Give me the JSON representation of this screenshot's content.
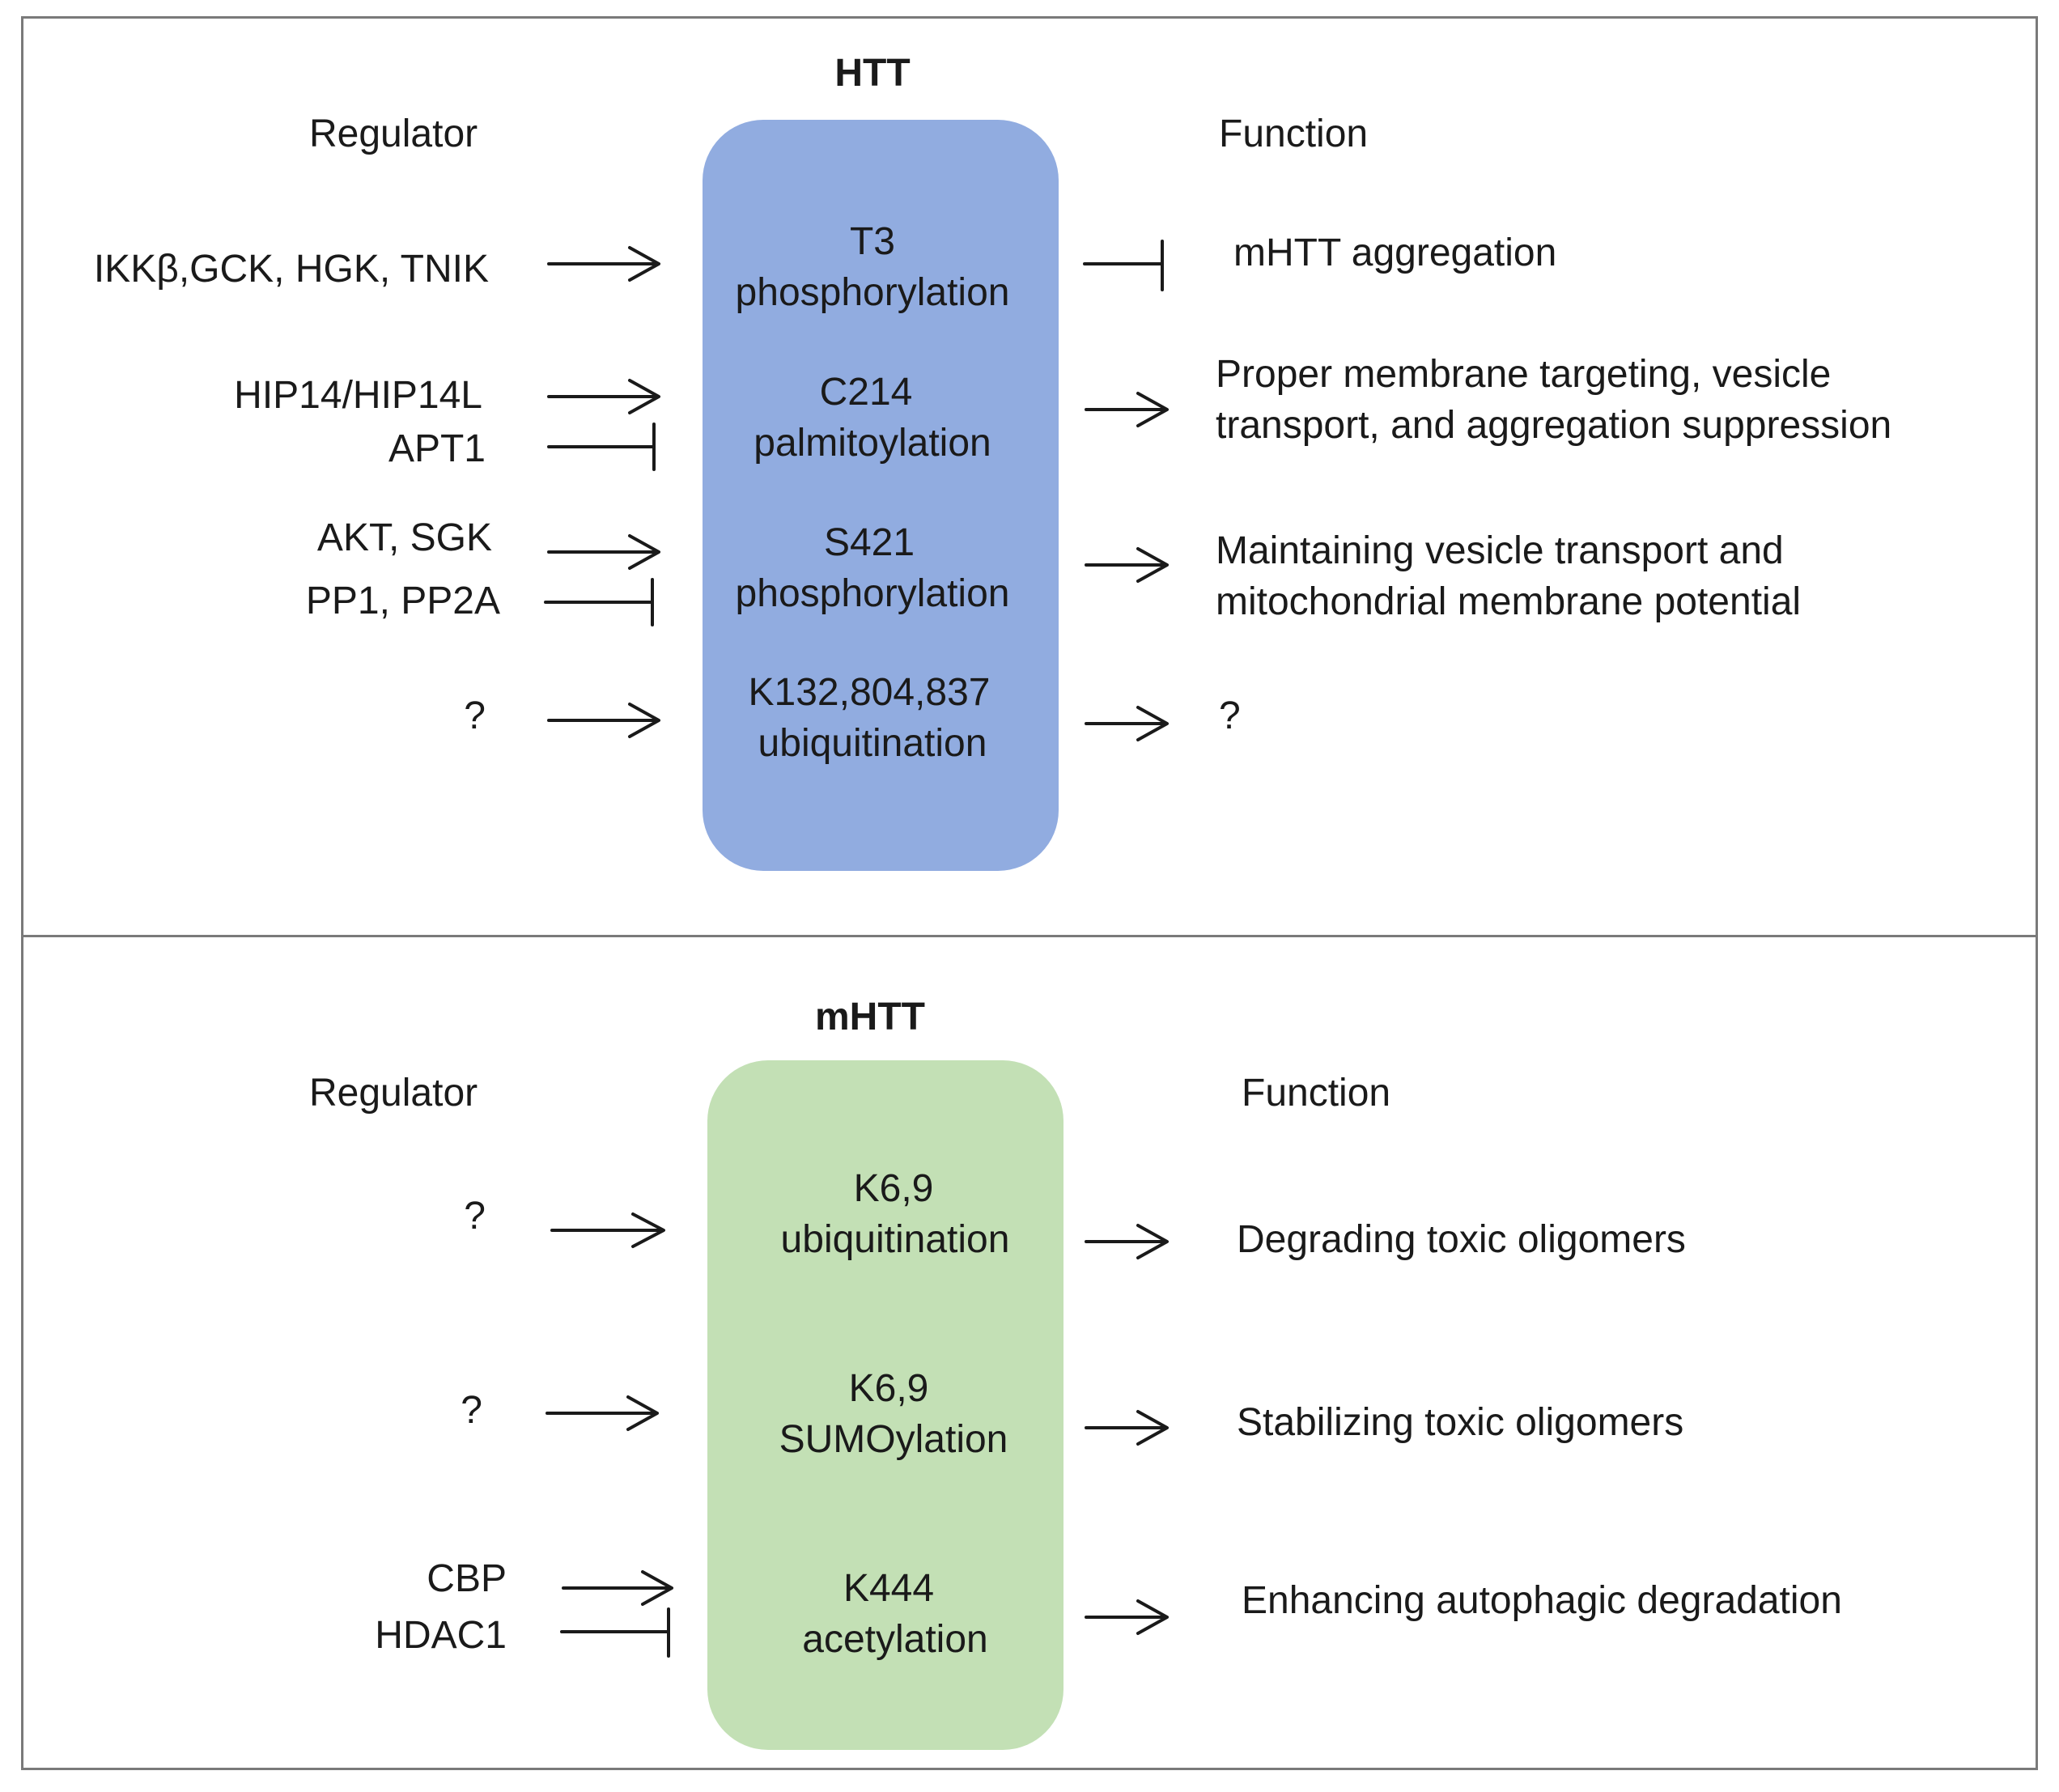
{
  "top": {
    "title": "HTT",
    "regulator_header": "Regulator",
    "function_header": "Function",
    "sites": [
      {
        "line1": "T3",
        "line2": "phosphorylation"
      },
      {
        "line1": "C214",
        "line2": "palmitoylation"
      },
      {
        "line1": "S421",
        "line2": "phosphorylation"
      },
      {
        "line1": "K132,804,837",
        "line2": "ubiquitination"
      }
    ],
    "regulators": [
      {
        "label": "IKKβ,GCK, HGK, TNIK"
      },
      {
        "label": "HIP14/HIP14L"
      },
      {
        "label": "APT1"
      },
      {
        "label": "AKT, SGK"
      },
      {
        "label": "PP1, PP2A"
      },
      {
        "label": "?"
      }
    ],
    "functions": [
      {
        "line1": "mHTT aggregation",
        "line2": ""
      },
      {
        "line1": "Proper membrane targeting, vesicle",
        "line2": "transport, and aggregation suppression"
      },
      {
        "line1": "Maintaining vesicle transport and",
        "line2": "mitochondrial membrane potential"
      },
      {
        "line1": "?",
        "line2": ""
      }
    ]
  },
  "bottom": {
    "title": "mHTT",
    "regulator_header": "Regulator",
    "function_header": "Function",
    "sites": [
      {
        "line1": "K6,9",
        "line2": "ubiquitination"
      },
      {
        "line1": "K6,9",
        "line2": "SUMOylation"
      },
      {
        "line1": "K444",
        "line2": "acetylation"
      }
    ],
    "regulators": [
      {
        "label": "?"
      },
      {
        "label": "?"
      },
      {
        "label": "CBP"
      },
      {
        "label": "HDAC1"
      }
    ],
    "functions": [
      {
        "line1": "Degrading toxic oligomers"
      },
      {
        "line1": "Stabilizing toxic oligomers"
      },
      {
        "line1": "Enhancing autophagic degradation"
      }
    ]
  },
  "colors": {
    "htt_box": "#91ace0",
    "mhtt_box": "#c3e0b5",
    "border": "#7a7a7a",
    "line": "#1a1a1a"
  }
}
